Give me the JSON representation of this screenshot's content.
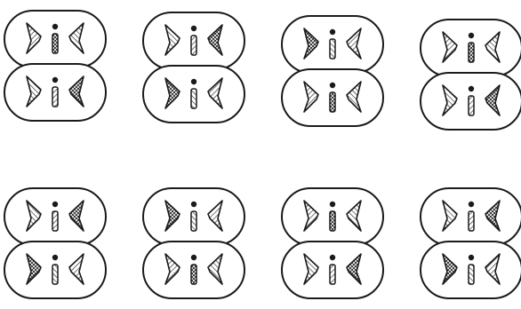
{
  "figure": {
    "rows": 2,
    "columns": 4,
    "cells_per_stack": 2,
    "stacks": [
      {
        "row": 1,
        "column": 1,
        "cells": [
          {
            "glyph": "i"
          },
          {
            "glyph": "i"
          }
        ]
      },
      {
        "row": 1,
        "column": 2,
        "cells": [
          {
            "glyph": "i"
          },
          {
            "glyph": "i"
          }
        ]
      },
      {
        "row": 1,
        "column": 3,
        "cells": [
          {
            "glyph": "i"
          },
          {
            "glyph": "i"
          }
        ]
      },
      {
        "row": 1,
        "column": 4,
        "cells": [
          {
            "glyph": "i"
          },
          {
            "glyph": "i"
          }
        ]
      },
      {
        "row": 2,
        "column": 1,
        "cells": [
          {
            "glyph": "i"
          },
          {
            "glyph": "i"
          }
        ]
      },
      {
        "row": 2,
        "column": 2,
        "cells": [
          {
            "glyph": "i"
          },
          {
            "glyph": "i"
          }
        ]
      },
      {
        "row": 2,
        "column": 3,
        "cells": [
          {
            "glyph": "i"
          },
          {
            "glyph": "i"
          }
        ]
      },
      {
        "row": 2,
        "column": 4,
        "cells": [
          {
            "glyph": "i"
          },
          {
            "glyph": "i"
          }
        ]
      }
    ],
    "colors": {
      "ink": "#1a1a1a",
      "paper": "#ffffff"
    }
  }
}
